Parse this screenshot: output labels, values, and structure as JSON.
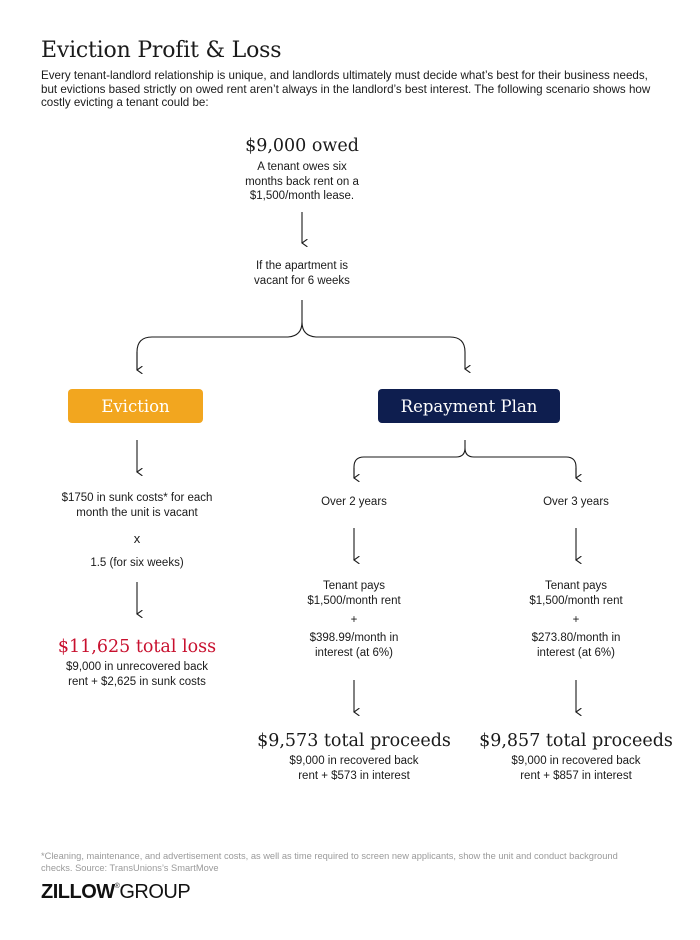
{
  "title": "Eviction Profit & Loss",
  "intro": "Every tenant-landlord relationship is unique, and landlords ultimately must decide what’s best for their business needs, but evictions based strictly on owed rent aren’t always in the landlord’s best interest. The following scenario shows how costly evicting a tenant could be:",
  "top": {
    "heading": "$9,000 owed",
    "desc_lines": [
      "A tenant owes six",
      "months back rent on a",
      "$1,500/month lease."
    ],
    "condition_lines": [
      "If the apartment is",
      "vacant for 6 weeks"
    ]
  },
  "eviction": {
    "label": "Eviction",
    "line1": [
      "$1750 in sunk costs* for each",
      "month the unit is vacant"
    ],
    "times": "x",
    "line2": "1.5 (for six weeks)",
    "result": "$11,625 total loss",
    "result_desc": [
      "$9,000 in unrecovered back",
      "rent + $2,625 in sunk costs"
    ]
  },
  "repayment": {
    "label": "Repayment Plan",
    "plans": [
      {
        "period": "Over 2 years",
        "pays": [
          "Tenant pays",
          "$1,500/month rent"
        ],
        "plus": "+",
        "interest": [
          "$398.99/month in",
          "interest (at 6%)"
        ],
        "result": "$9,573 total proceeds",
        "result_desc": [
          "$9,000 in recovered back",
          "rent + $573 in interest"
        ]
      },
      {
        "period": "Over 3 years",
        "pays": [
          "Tenant pays",
          "$1,500/month rent"
        ],
        "plus": "+",
        "interest": [
          "$273.80/month in",
          "interest (at 6%)"
        ],
        "result": "$9,857 total proceeds",
        "result_desc": [
          "$9,000 in recovered back",
          "rent + $857 in interest"
        ]
      }
    ]
  },
  "footnote": "*Cleaning, maintenance, and advertisement costs, as well as time required to screen new applicants, show the unit and conduct background checks. Source: TransUnions’s SmartMove",
  "logo": {
    "bold": "ZILLOW",
    "mark": "®",
    "thin": "GROUP"
  },
  "colors": {
    "eviction_box": "#f2a61f",
    "repayment_box": "#0e1e4f",
    "loss_text": "#c8102e",
    "text": "#1a1a1a",
    "footnote": "#9a9a9a"
  }
}
